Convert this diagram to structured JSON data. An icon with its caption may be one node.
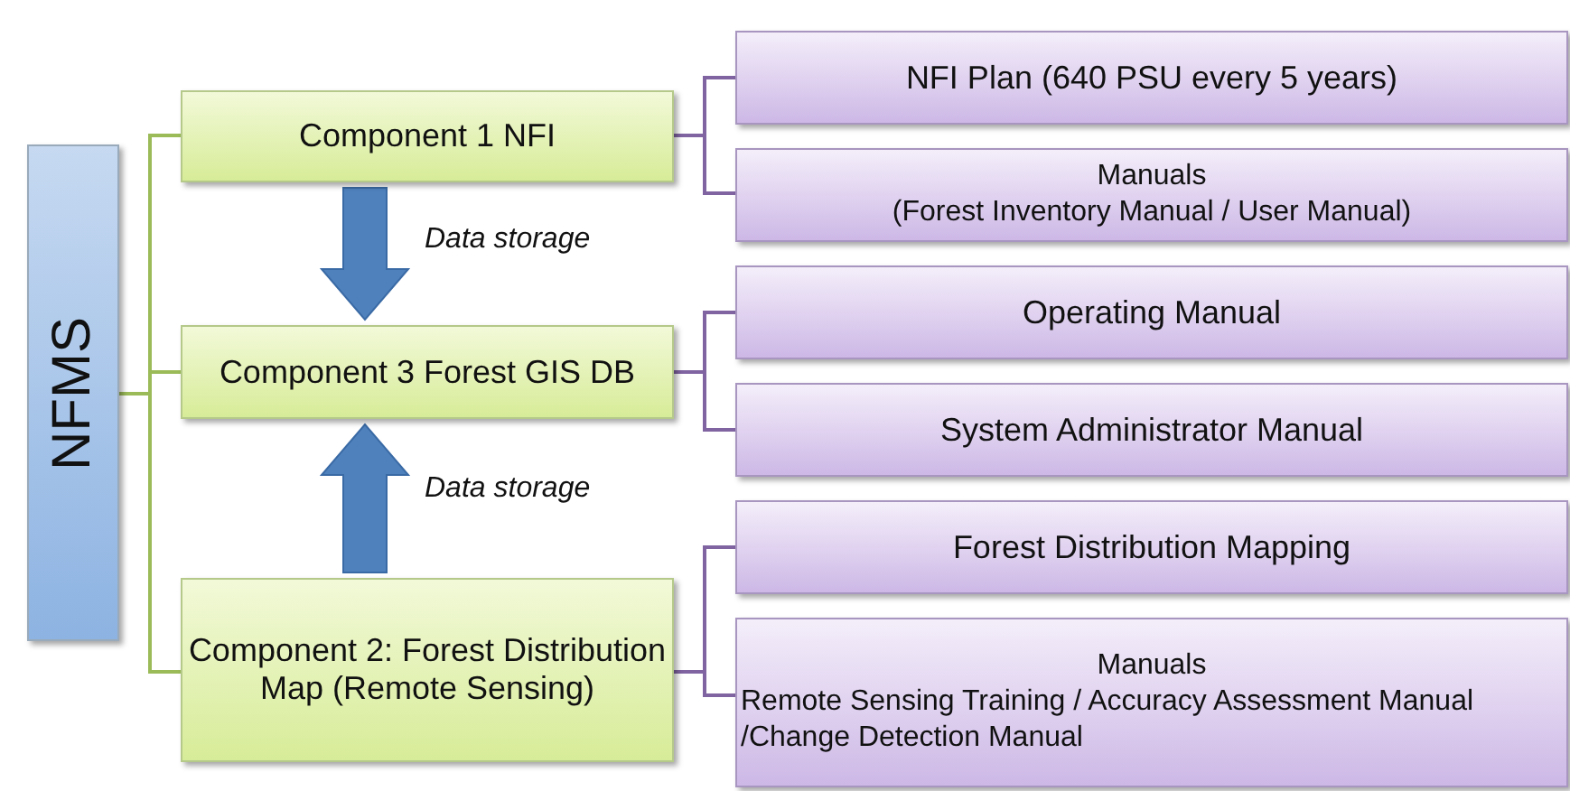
{
  "diagram": {
    "nodes": [
      {
        "text": [
          "NFMS"
        ]
      },
      {
        "text": [
          "Component 1 NFI"
        ]
      },
      {
        "text": [
          "Component 3 Forest GIS DB"
        ]
      },
      {
        "text": [
          "Component 2: Forest Distribution Map (Remote Sensing)"
        ]
      },
      {
        "text": [
          "NFI Plan (640 PSU every 5 years)"
        ]
      },
      {
        "text": [
          "Manuals",
          "(Forest Inventory  Manual / User Manual)"
        ]
      },
      {
        "text": [
          "Operating Manual"
        ]
      },
      {
        "text": [
          "System Administrator Manual"
        ]
      },
      {
        "text": [
          "Forest Distribution Mapping"
        ]
      },
      {
        "text": [
          "Manuals",
          "Remote Sensing Training  / Accuracy Assessment Manual /Change Detection Manual"
        ]
      }
    ],
    "edges": [
      {
        "from": 0,
        "to": 1,
        "arrow": "none",
        "color": "#9bbb59"
      },
      {
        "from": 0,
        "to": 2,
        "arrow": "none",
        "color": "#9bbb59"
      },
      {
        "from": 0,
        "to": 3,
        "arrow": "none",
        "color": "#9bbb59"
      },
      {
        "from": 1,
        "to": 4,
        "arrow": "none",
        "color": "#8064a2"
      },
      {
        "from": 1,
        "to": 5,
        "arrow": "none",
        "color": "#8064a2"
      },
      {
        "from": 2,
        "to": 6,
        "arrow": "none",
        "color": "#8064a2"
      },
      {
        "from": 2,
        "to": 7,
        "arrow": "none",
        "color": "#8064a2"
      },
      {
        "from": 3,
        "to": 8,
        "arrow": "none",
        "color": "#8064a2"
      },
      {
        "from": 3,
        "to": 9,
        "arrow": "none",
        "color": "#8064a2"
      },
      {
        "from": 1,
        "to": 2,
        "arrow": "to",
        "label": "Data storage",
        "style": "thick",
        "color": "#4f81bd"
      },
      {
        "from": 3,
        "to": 2,
        "arrow": "to",
        "label": "Data storage",
        "style": "thick",
        "color": "#4f81bd"
      }
    ]
  }
}
